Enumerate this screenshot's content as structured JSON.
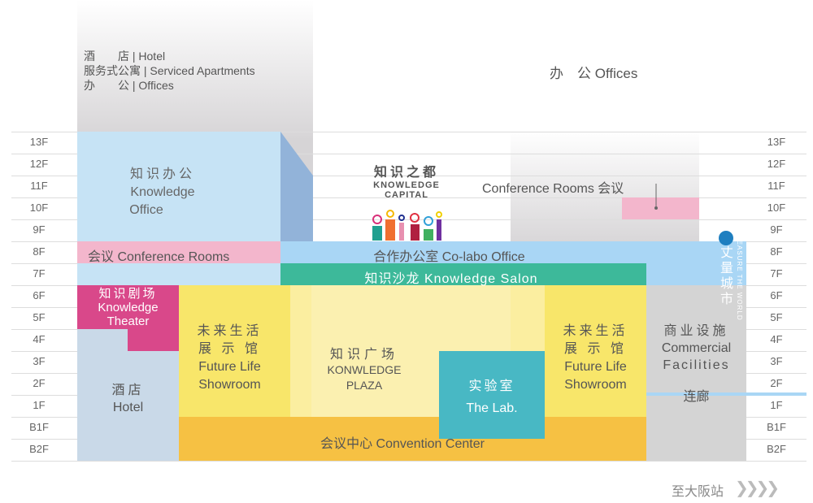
{
  "top_legend": {
    "line1": "酒　　店 | Hotel",
    "line2": "服务式公寓 | Serviced Apartments",
    "line3": "办　　公 | Offices"
  },
  "offices_label": "办　公 Offices",
  "floors": [
    "13F",
    "12F",
    "11F",
    "10F",
    "9F",
    "8F",
    "7F",
    "6F",
    "5F",
    "4F",
    "3F",
    "2F",
    "1F",
    "B1F",
    "B2F"
  ],
  "logo": {
    "cn": "知识之都",
    "en1": "KNOWLEDGE",
    "en2": "CAPITAL"
  },
  "brand": {
    "cn": "丈量城市",
    "en": "MEASURE THE WORLD"
  },
  "zones": {
    "knowledge_office": {
      "cn": "知识办公",
      "en1": "Knowledge",
      "en2": "Office"
    },
    "conference_left": "会议 Conference Rooms",
    "conference_right": "Conference Rooms 会议",
    "colabo": "合作办公室 Co-labo Office",
    "salon": "知识沙龙 Knowledge Salon",
    "theater": {
      "cn": "知识剧场",
      "en1": "Knowledge",
      "en2": "Theater"
    },
    "hotel": {
      "cn": "酒店",
      "en": "Hotel"
    },
    "future_left": {
      "cn1": "未来生活",
      "cn2": "展 示 馆",
      "en1": "Future Life",
      "en2": "Showroom"
    },
    "future_right": {
      "cn1": "未来生活",
      "cn2": "展 示 馆",
      "en1": "Future Life",
      "en2": "Showroom"
    },
    "plaza": {
      "cn": "知识广场",
      "en1": "KONWLEDGE",
      "en2": "PLAZA"
    },
    "lab": {
      "cn": "实验室",
      "en": "The Lab."
    },
    "commercial": {
      "cn": "商业设施",
      "en1": "Commercial",
      "en2": "Facilities"
    },
    "corridor": "连廊",
    "convention": "会议中心 Convention Center"
  },
  "footer": {
    "to_station": "至大阪站"
  }
}
